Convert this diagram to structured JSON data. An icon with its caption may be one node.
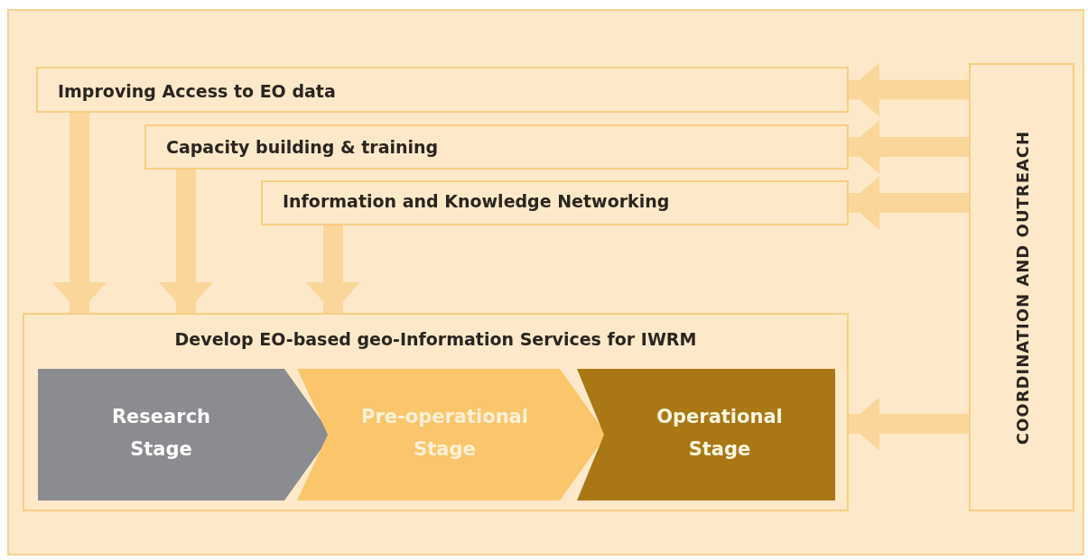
{
  "diagram": {
    "nodes": [
      {
        "text": [
          "Improving Access to EO data"
        ]
      },
      {
        "text": [
          "Capacity building & training"
        ]
      },
      {
        "text": [
          "Information and Knowledge Networking"
        ]
      },
      {
        "text": [
          "Develop EO-based geo-Information Services for IWRM"
        ]
      },
      {
        "text": [
          "Research Stage"
        ],
        "in": 3
      },
      {
        "text": [
          "Pre-operational Stage"
        ],
        "in": 3
      },
      {
        "text": [
          "Operational Stage"
        ],
        "in": 3
      },
      {
        "text": [
          "COORDINATION AND OUTREACH"
        ]
      }
    ],
    "edges": [
      {
        "from": 0,
        "to": 3,
        "arrow": "to"
      },
      {
        "from": 1,
        "to": 3,
        "arrow": "to"
      },
      {
        "from": 2,
        "to": 3,
        "arrow": "to"
      },
      {
        "from": 7,
        "to": 0,
        "arrow": "to"
      },
      {
        "from": 7,
        "to": 1,
        "arrow": "to"
      },
      {
        "from": 7,
        "to": 2,
        "arrow": "to"
      },
      {
        "from": 7,
        "to": 3,
        "arrow": "to"
      }
    ]
  }
}
